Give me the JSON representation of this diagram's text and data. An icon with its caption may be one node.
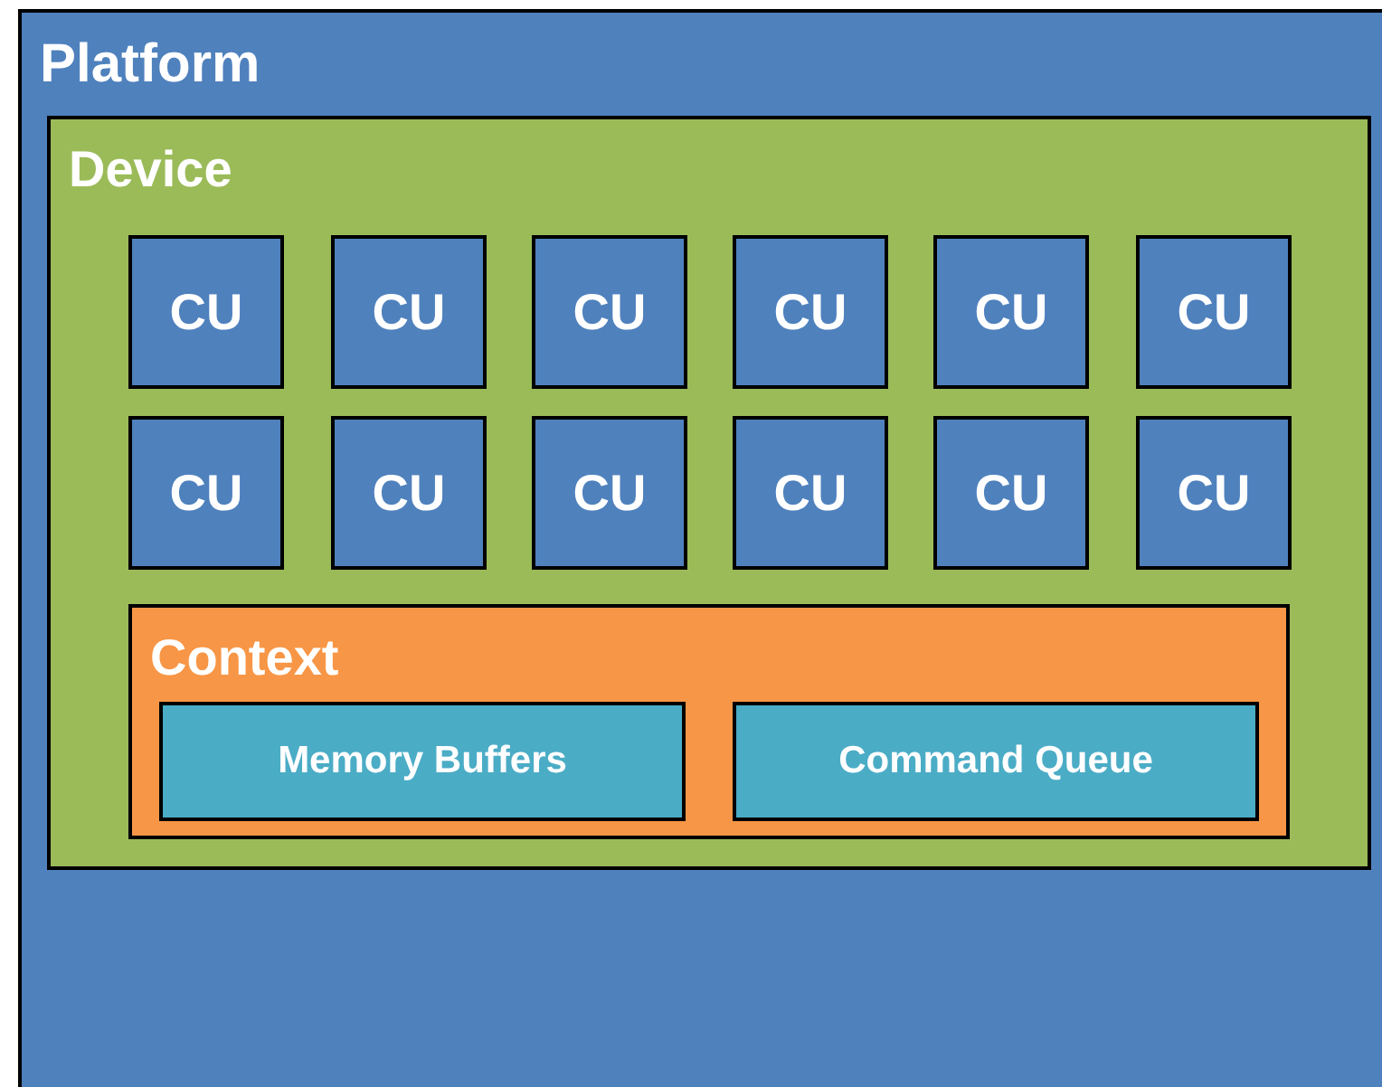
{
  "diagram": {
    "nodes": [
      {
        "text": [
          "Platform"
        ]
      },
      {
        "text": [
          "Device"
        ],
        "in": 0
      },
      {
        "text": [
          "CU"
        ],
        "in": 1
      },
      {
        "text": [
          "CU"
        ],
        "in": 1
      },
      {
        "text": [
          "CU"
        ],
        "in": 1
      },
      {
        "text": [
          "CU"
        ],
        "in": 1
      },
      {
        "text": [
          "CU"
        ],
        "in": 1
      },
      {
        "text": [
          "CU"
        ],
        "in": 1
      },
      {
        "text": [
          "CU"
        ],
        "in": 1
      },
      {
        "text": [
          "CU"
        ],
        "in": 1
      },
      {
        "text": [
          "CU"
        ],
        "in": 1
      },
      {
        "text": [
          "CU"
        ],
        "in": 1
      },
      {
        "text": [
          "CU"
        ],
        "in": 1
      },
      {
        "text": [
          "CU"
        ],
        "in": 1
      },
      {
        "text": [
          "Context"
        ],
        "in": 1
      },
      {
        "text": [
          "Memory Buffers"
        ],
        "in": 14
      },
      {
        "text": [
          "Command Queue"
        ],
        "in": 14
      }
    ]
  }
}
